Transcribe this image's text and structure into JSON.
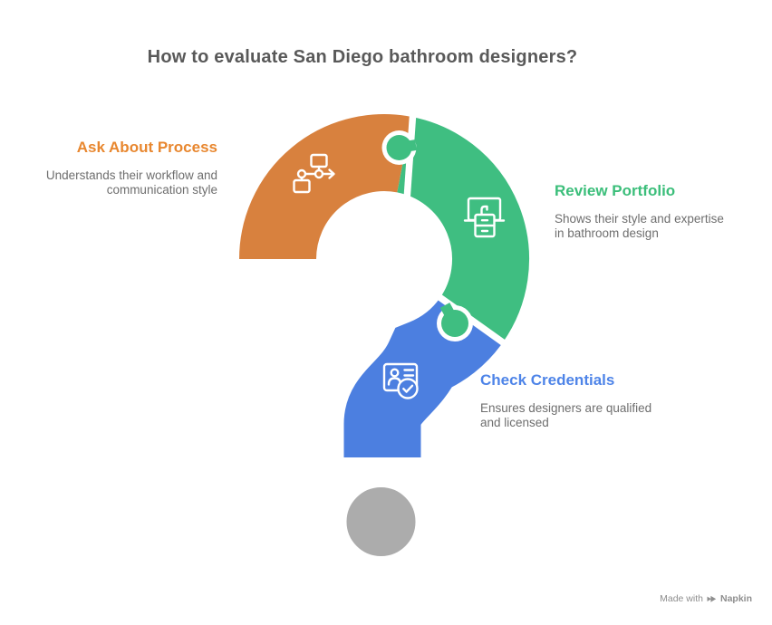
{
  "title": "How to evaluate San Diego bathroom designers?",
  "steps": [
    {
      "label": "Ask About Process",
      "description": "Understands their workflow and\ncommunication style",
      "icon": "workflow-icon",
      "segment": "orange-puzzle-arc"
    },
    {
      "label": "Review Portfolio",
      "description": "Shows their style and expertise\nin bathroom design",
      "icon": "bathroom-vanity-icon",
      "segment": "green-puzzle-arc"
    },
    {
      "label": "Check Credentials",
      "description": "Ensures designers are qualified\nand licensed",
      "icon": "id-card-check-icon",
      "segment": "blue-puzzle-tail"
    }
  ],
  "watermark": {
    "prefix": "Made with",
    "brand": "Napkin",
    "icon": "napkin-logo-icon"
  },
  "colors": {
    "orange": "#D8813E",
    "green": "#3FBE81",
    "blue": "#4C7FE0",
    "orangeText": "#E8872F",
    "greenText": "#3BBE7A",
    "blueText": "#4E84E8",
    "dot": "#ACACAC",
    "title": "#595959",
    "body": "#6E6E6E",
    "muted": "#8E8E8E"
  }
}
